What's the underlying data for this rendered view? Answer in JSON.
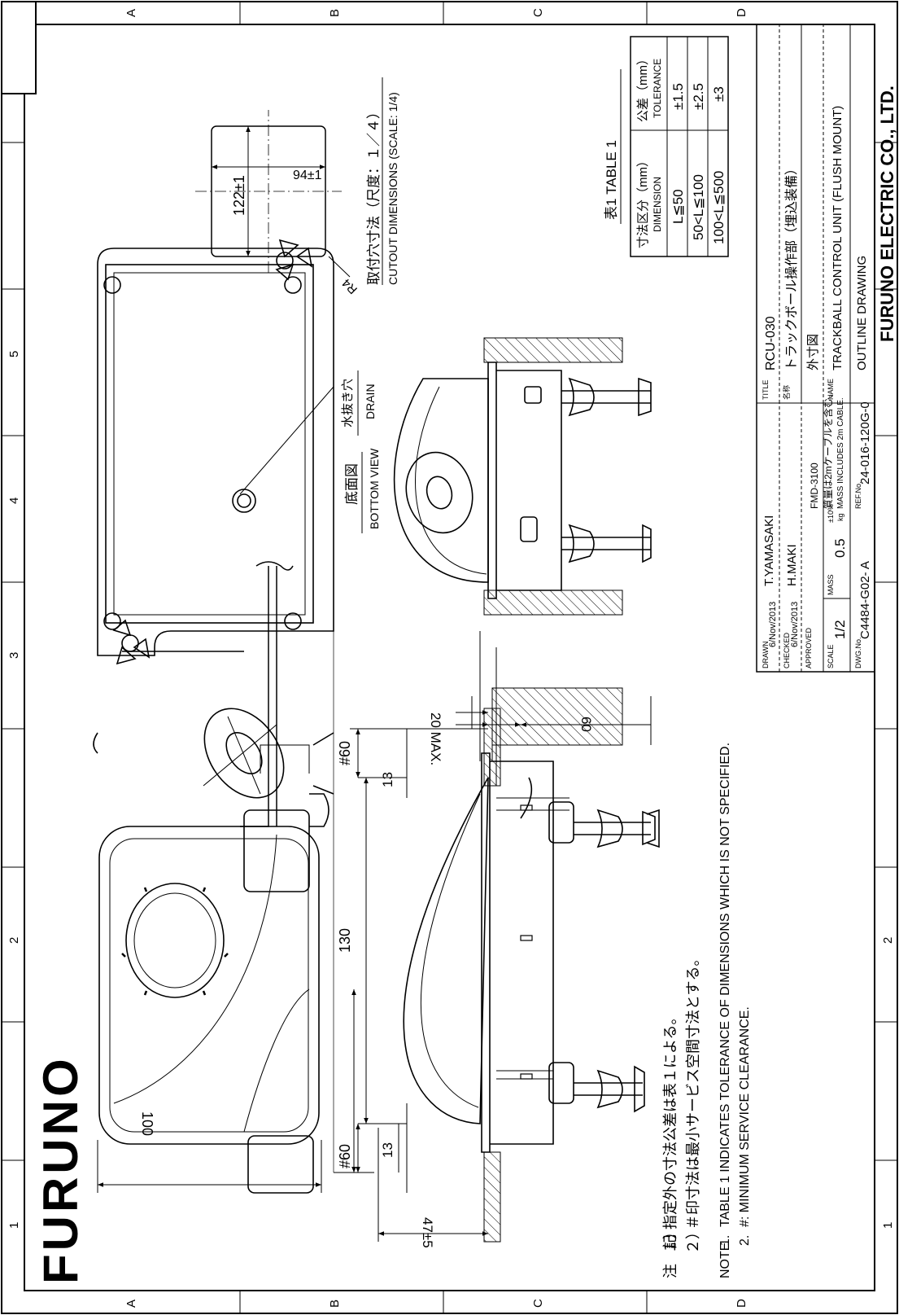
{
  "brand": {
    "logo": "FURUNO",
    "company": "FURUNO ELECTRIC CO., LTD."
  },
  "border_refs": {
    "columns": [
      "1",
      "2",
      "3",
      "4",
      "5"
    ],
    "rows": [
      "A",
      "B",
      "C",
      "D"
    ]
  },
  "views": {
    "bottom_view_jp": "底面図",
    "bottom_view_en": "BOTTOM VIEW",
    "drain_jp": "水抜き穴",
    "drain_en": "DRAIN",
    "cutout_jp": "取付穴寸法（尺度：１／４）",
    "cutout_en": "CUTOUT DIMENSIONS (SCALE: 1/4)",
    "radius": "R4"
  },
  "dimensions": {
    "height_100": "100",
    "depth_47": "47±5",
    "width_130": "130",
    "clear_left": "#60",
    "clear_right": "#60",
    "offset_left": "13",
    "offset_right": "13",
    "max_20": "20 MAX.",
    "depth_60": "60",
    "cut_w": "122±1",
    "cut_h": "94±1"
  },
  "tolerance_table": {
    "title": "表1  TABLE 1",
    "header_dim_jp": "寸法区分（mm）",
    "header_dim_en": "DIMENSION",
    "header_tol_jp": "公差（mm）",
    "header_tol_en": "TOLERANCE",
    "rows": [
      {
        "dim": "L≦50",
        "tol": "±1.5"
      },
      {
        "dim": "50<L≦100",
        "tol": "±2.5"
      },
      {
        "dim": "100<L≦500",
        "tol": "±3"
      }
    ]
  },
  "notes": {
    "jp_label": "注　記",
    "jp_1_num": "１）",
    "jp_1": "指定外の寸法公差は表１による。",
    "jp_2_num": "２）",
    "jp_2": "＃印寸法は最小サービス空間寸法とする。",
    "en_label": "NOTE",
    "en_1_num": "1.",
    "en_1": "TABLE 1 INDICATES TOLERANCE OF DIMENSIONS WHICH IS NOT SPECIFIED.",
    "en_2_num": "2.",
    "en_2": "#: MINIMUM SERVICE CLEARANCE."
  },
  "title_block": {
    "drawn_label": "DRAWN",
    "drawn_date": "6/Nov/2013",
    "drawn_name": "T.YAMASAKI",
    "checked_label": "CHECKED",
    "checked_date": "6/Nov/2013",
    "checked_name": "H.MAKI",
    "approved_label": "APPROVED",
    "scale_label": "SCALE",
    "scale": "1/2",
    "mass_label": "MASS",
    "mass": "0.5",
    "mass_tol": "±10%",
    "mass_unit": "kg",
    "model": "FMD-3100",
    "mass_note_jp": "質量は2mケーブルを含む。",
    "mass_note_en": "MASS INCLUDES 2m CABLE.",
    "dwg_label": "DWG.No.",
    "dwg": "C4484-G02- A",
    "ref_label": "REF.No.",
    "ref": "24-016-120G-0",
    "title_label": "TITLE",
    "title": "RCU-030",
    "name_jp_label": "名称",
    "name_jp": "トラックボール操作部（埋込装備）",
    "type_jp": "外寸図",
    "name_label": "NAME",
    "name": "TRACKBALL CONTROL UNIT (FLUSH MOUNT)",
    "type": "OUTLINE DRAWING"
  }
}
